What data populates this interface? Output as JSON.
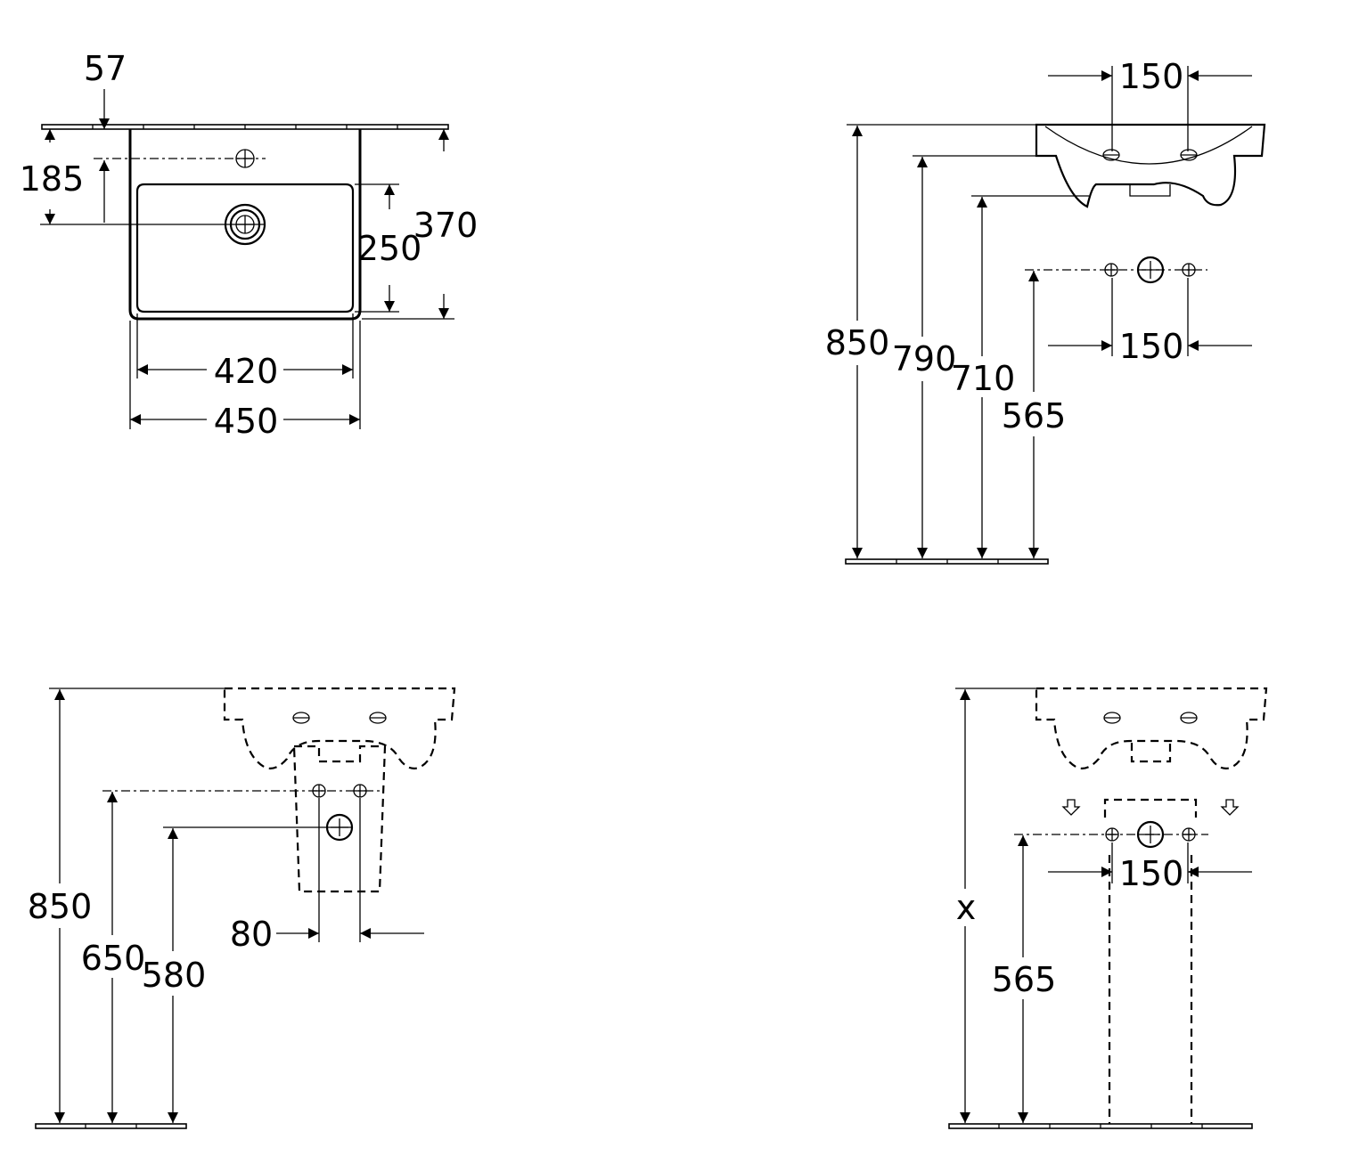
{
  "views": {
    "top": {
      "dims": {
        "d57": "57",
        "d185": "185",
        "d370": "370",
        "d250": "250",
        "d420": "420",
        "d450": "450"
      }
    },
    "side_wall": {
      "dims": {
        "d150_top": "150",
        "d150_bottom": "150",
        "d850": "850",
        "d790": "790",
        "d710": "710",
        "d565": "565"
      }
    },
    "front_semipedestal": {
      "dims": {
        "d850": "850",
        "d650": "650",
        "d580": "580",
        "d80": "80"
      }
    },
    "front_pedestal": {
      "dims": {
        "dx": "x",
        "d565": "565",
        "d150": "150"
      }
    }
  }
}
